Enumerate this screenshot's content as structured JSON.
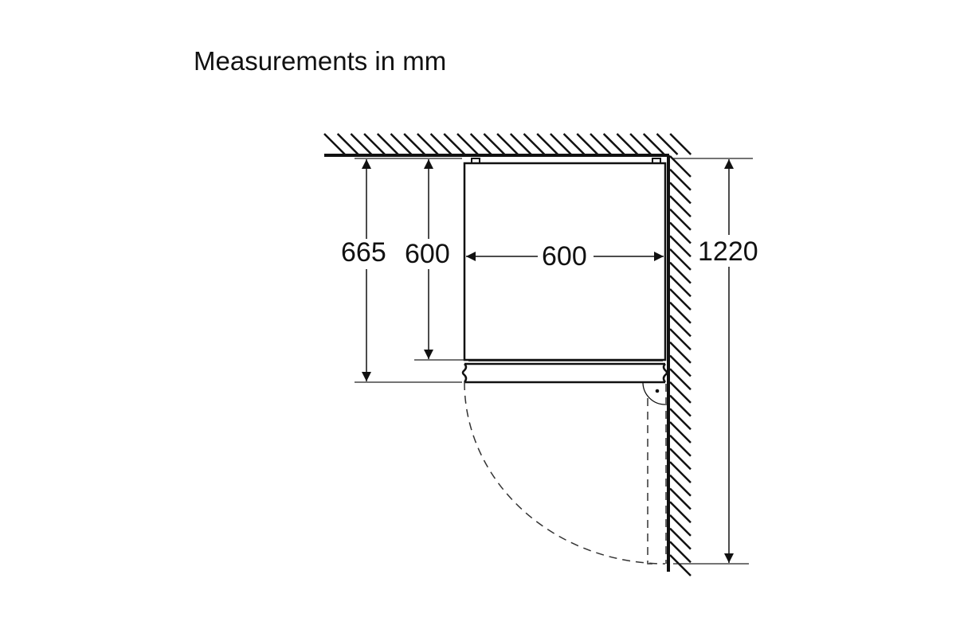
{
  "title": "Measurements in mm",
  "dimensions": {
    "depth_with_door": "665",
    "depth_body": "600",
    "width": "600",
    "door_clearance": "1220"
  },
  "colors": {
    "line": "#111111",
    "background": "#ffffff"
  }
}
